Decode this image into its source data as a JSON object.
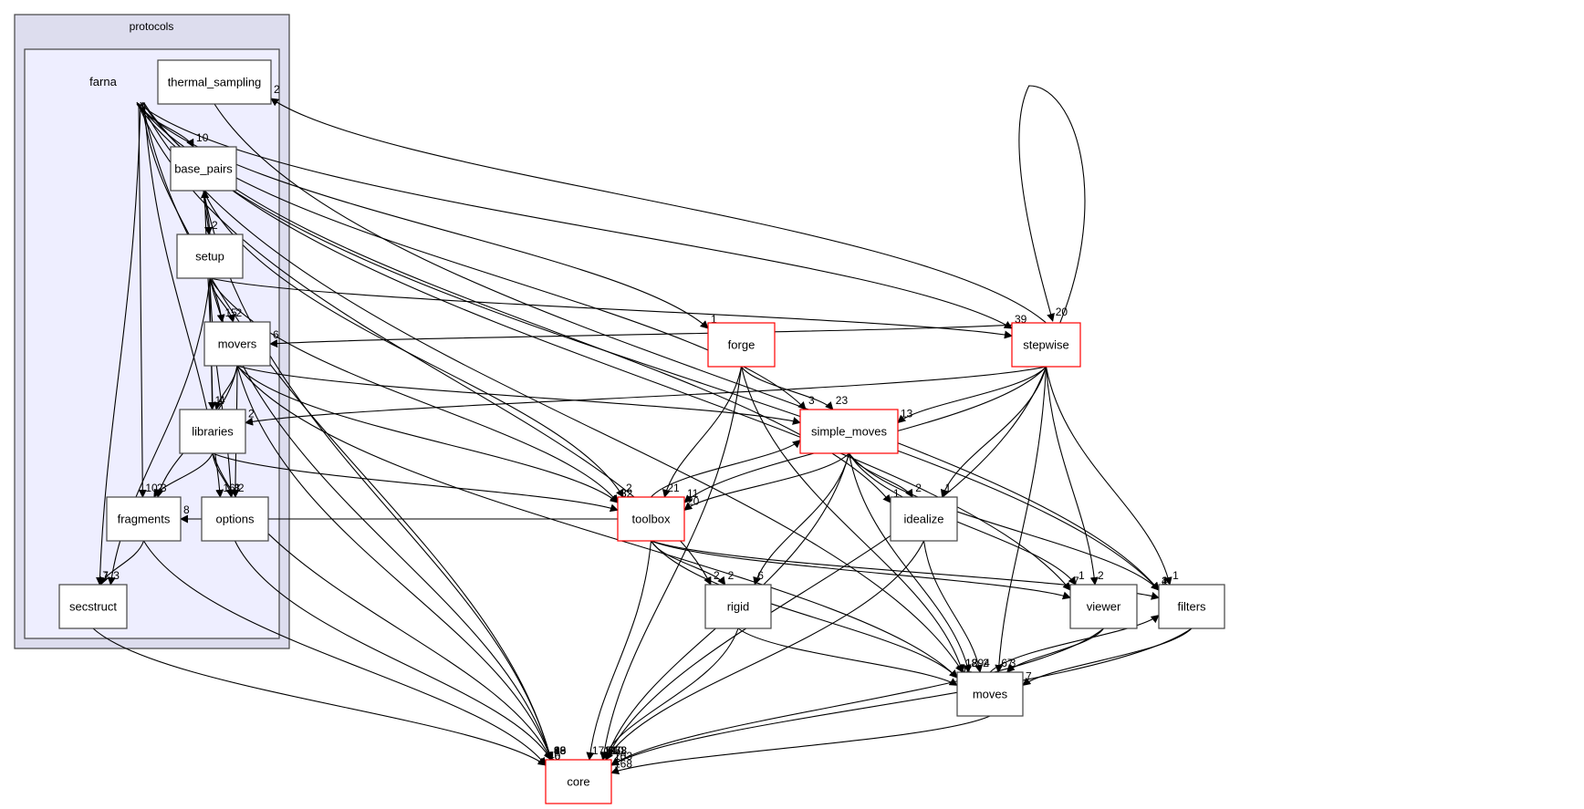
{
  "diagram": {
    "title": "protocols/farna directory dependency graph",
    "clusters": {
      "outer_label": "protocols",
      "inner_label": "farna"
    },
    "colors": {
      "cluster_outer_fill": "#ddddee",
      "cluster_inner_fill": "#eeeeff",
      "node_border": "#444444",
      "external_highlight_border": "#ff0000"
    },
    "nodes": [
      {
        "id": "thermal_sampling",
        "label": "thermal_sampling",
        "red": false
      },
      {
        "id": "base_pairs",
        "label": "base_pairs",
        "red": false
      },
      {
        "id": "setup",
        "label": "setup",
        "red": false
      },
      {
        "id": "movers",
        "label": "movers",
        "red": false
      },
      {
        "id": "libraries",
        "label": "libraries",
        "red": false
      },
      {
        "id": "fragments",
        "label": "fragments",
        "red": false
      },
      {
        "id": "options",
        "label": "options",
        "red": false
      },
      {
        "id": "secstruct",
        "label": "secstruct",
        "red": false
      },
      {
        "id": "forge",
        "label": "forge",
        "red": true
      },
      {
        "id": "stepwise",
        "label": "stepwise",
        "red": true
      },
      {
        "id": "simple_moves",
        "label": "simple_moves",
        "red": true
      },
      {
        "id": "toolbox",
        "label": "toolbox",
        "red": true
      },
      {
        "id": "idealize",
        "label": "idealize",
        "red": false
      },
      {
        "id": "rigid",
        "label": "rigid",
        "red": false
      },
      {
        "id": "viewer",
        "label": "viewer",
        "red": false
      },
      {
        "id": "filters",
        "label": "filters",
        "red": false
      },
      {
        "id": "moves",
        "label": "moves",
        "red": false
      },
      {
        "id": "core",
        "label": "core",
        "red": true
      }
    ],
    "edges": [
      {
        "from": "farna",
        "to": "base_pairs",
        "label": "10"
      },
      {
        "from": "farna",
        "to": "fragments",
        "label": "10"
      },
      {
        "from": "farna",
        "to": "secstruct",
        "label": "7"
      },
      {
        "from": "farna",
        "to": "movers",
        "label": "15"
      },
      {
        "from": "farna",
        "to": "options",
        "label": "16"
      },
      {
        "from": "farna",
        "to": "forge",
        "label": "1"
      },
      {
        "from": "farna",
        "to": "simple_moves",
        "label": "3"
      },
      {
        "from": "farna",
        "to": "stepwise",
        "label": "39"
      },
      {
        "from": "farna",
        "to": "idealize",
        "label": "1"
      },
      {
        "from": "farna",
        "to": "viewer",
        "label": "7"
      },
      {
        "from": "farna",
        "to": "filters",
        "label": "4"
      },
      {
        "from": "farna",
        "to": "rigid",
        "label": "2"
      },
      {
        "from": "farna",
        "to": "moves",
        "label": "18"
      },
      {
        "from": "farna",
        "to": "core",
        "label": "63"
      },
      {
        "from": "stepwise",
        "to": "thermal_sampling",
        "label": "2"
      },
      {
        "from": "base_pairs",
        "to": "setup",
        "label": "2"
      },
      {
        "from": "setup",
        "to": "base_pairs",
        "label": "2"
      },
      {
        "from": "libraries",
        "to": "base_pairs",
        "label": "3"
      },
      {
        "from": "base_pairs",
        "to": "toolbox",
        "label": "2"
      },
      {
        "from": "base_pairs",
        "to": "core",
        "label": "8"
      },
      {
        "from": "setup",
        "to": "movers",
        "label": "2"
      },
      {
        "from": "setup",
        "to": "libraries",
        "label": "1"
      },
      {
        "from": "setup",
        "to": "secstruct",
        "label": "3"
      },
      {
        "from": "setup",
        "to": "options",
        "label": "8"
      },
      {
        "from": "setup",
        "to": "stepwise",
        "label": "2"
      },
      {
        "from": "setup",
        "to": "toolbox",
        "label": "32"
      },
      {
        "from": "setup",
        "to": "core",
        "label": "48"
      },
      {
        "from": "stepwise",
        "to": "movers",
        "label": "6"
      },
      {
        "from": "movers",
        "to": "libraries",
        "label": "4"
      },
      {
        "from": "movers",
        "to": "fragments",
        "label": "3"
      },
      {
        "from": "movers",
        "to": "options",
        "label": "2"
      },
      {
        "from": "movers",
        "to": "simple_moves",
        "label": "1"
      },
      {
        "from": "movers",
        "to": "toolbox",
        "label": "8"
      },
      {
        "from": "movers",
        "to": "moves",
        "label": "6"
      },
      {
        "from": "movers",
        "to": "core",
        "label": "99"
      },
      {
        "from": "stepwise",
        "to": "libraries",
        "label": "2"
      },
      {
        "from": "libraries",
        "to": "fragments",
        "label": "2"
      },
      {
        "from": "libraries",
        "to": "options",
        "label": "1"
      },
      {
        "from": "libraries",
        "to": "toolbox",
        "label": "8"
      },
      {
        "from": "libraries",
        "to": "core",
        "label": "38"
      },
      {
        "from": "toolbox",
        "to": "fragments",
        "label": "8"
      },
      {
        "from": "fragments",
        "to": "secstruct",
        "label": "1"
      },
      {
        "from": "fragments",
        "to": "core",
        "label": "46"
      },
      {
        "from": "options",
        "to": "core",
        "label": "16"
      },
      {
        "from": "secstruct",
        "to": "core",
        "label": "10"
      },
      {
        "from": "forge",
        "to": "simple_moves",
        "label": "23"
      },
      {
        "from": "forge",
        "to": "toolbox",
        "label": "21"
      },
      {
        "from": "forge",
        "to": "moves",
        "label": "18"
      },
      {
        "from": "forge",
        "to": "core",
        "label": "540"
      },
      {
        "from": "stepwise",
        "to": "stepwise",
        "label": "20"
      },
      {
        "from": "stepwise",
        "to": "simple_moves",
        "label": "13"
      },
      {
        "from": "stepwise",
        "to": "toolbox",
        "label": "11"
      },
      {
        "from": "stepwise",
        "to": "idealize",
        "label": "1"
      },
      {
        "from": "stepwise",
        "to": "viewer",
        "label": "2"
      },
      {
        "from": "stepwise",
        "to": "filters",
        "label": "1"
      },
      {
        "from": "stepwise",
        "to": "moves",
        "label": "67"
      },
      {
        "from": "stepwise",
        "to": "core",
        "label": "173"
      },
      {
        "from": "simple_moves",
        "to": "toolbox",
        "label": "20"
      },
      {
        "from": "toolbox",
        "to": "simple_moves",
        "label": "9"
      },
      {
        "from": "simple_moves",
        "to": "idealize",
        "label": "2"
      },
      {
        "from": "simple_moves",
        "to": "rigid",
        "label": "6"
      },
      {
        "from": "simple_moves",
        "to": "viewer",
        "label": "1"
      },
      {
        "from": "simple_moves",
        "to": "filters",
        "label": "2"
      },
      {
        "from": "simple_moves",
        "to": "moves",
        "label": "294"
      },
      {
        "from": "simple_moves",
        "to": "core",
        "label": "868"
      },
      {
        "from": "toolbox",
        "to": "rigid",
        "label": "2"
      },
      {
        "from": "toolbox",
        "to": "viewer",
        "label": "1"
      },
      {
        "from": "toolbox",
        "to": "filters",
        "label": "7"
      },
      {
        "from": "toolbox",
        "to": "moves",
        "label": "12"
      },
      {
        "from": "toolbox",
        "to": "core",
        "label": "171"
      },
      {
        "from": "idealize",
        "to": "moves",
        "label": "2"
      },
      {
        "from": "idealize",
        "to": "core",
        "label": "27"
      },
      {
        "from": "rigid",
        "to": "moves",
        "label": "5"
      },
      {
        "from": "rigid",
        "to": "core",
        "label": "21"
      },
      {
        "from": "viewer",
        "to": "moves",
        "label": "3"
      },
      {
        "from": "viewer",
        "to": "core",
        "label": "25"
      },
      {
        "from": "moves",
        "to": "filters",
        "label": "16"
      },
      {
        "from": "filters",
        "to": "moves",
        "label": "7"
      },
      {
        "from": "filters",
        "to": "core",
        "label": "103"
      },
      {
        "from": "moves",
        "to": "core",
        "label": "168"
      },
      {
        "from": "thermal_sampling",
        "to": "filters",
        "label": "1"
      }
    ]
  }
}
